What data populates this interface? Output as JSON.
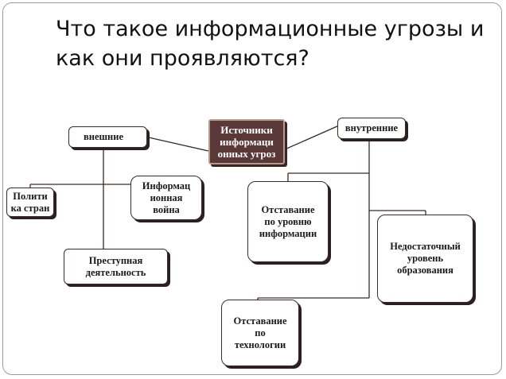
{
  "slide": {
    "title": "Что такое информационные угрозы и\nкак они проявляются?"
  },
  "diagram": {
    "center": "Источники\nинформаци\nонных угроз",
    "external": "внешние",
    "internal": "внутренние",
    "external_items": {
      "politics": "Полити\nка стран",
      "info_war": "Информац\nионная\nвойна",
      "crime": "Преступная\nдеятельность"
    },
    "internal_items": {
      "lag_info": "Отставание\nпо уровню\nинформации",
      "education": "Недостаточный\nуровень\nобразования",
      "lag_tech": "Отставание\nпо\nтехнологии"
    }
  },
  "colors": {
    "center_fill": "#5a3838",
    "line": "#3a2a2a"
  }
}
